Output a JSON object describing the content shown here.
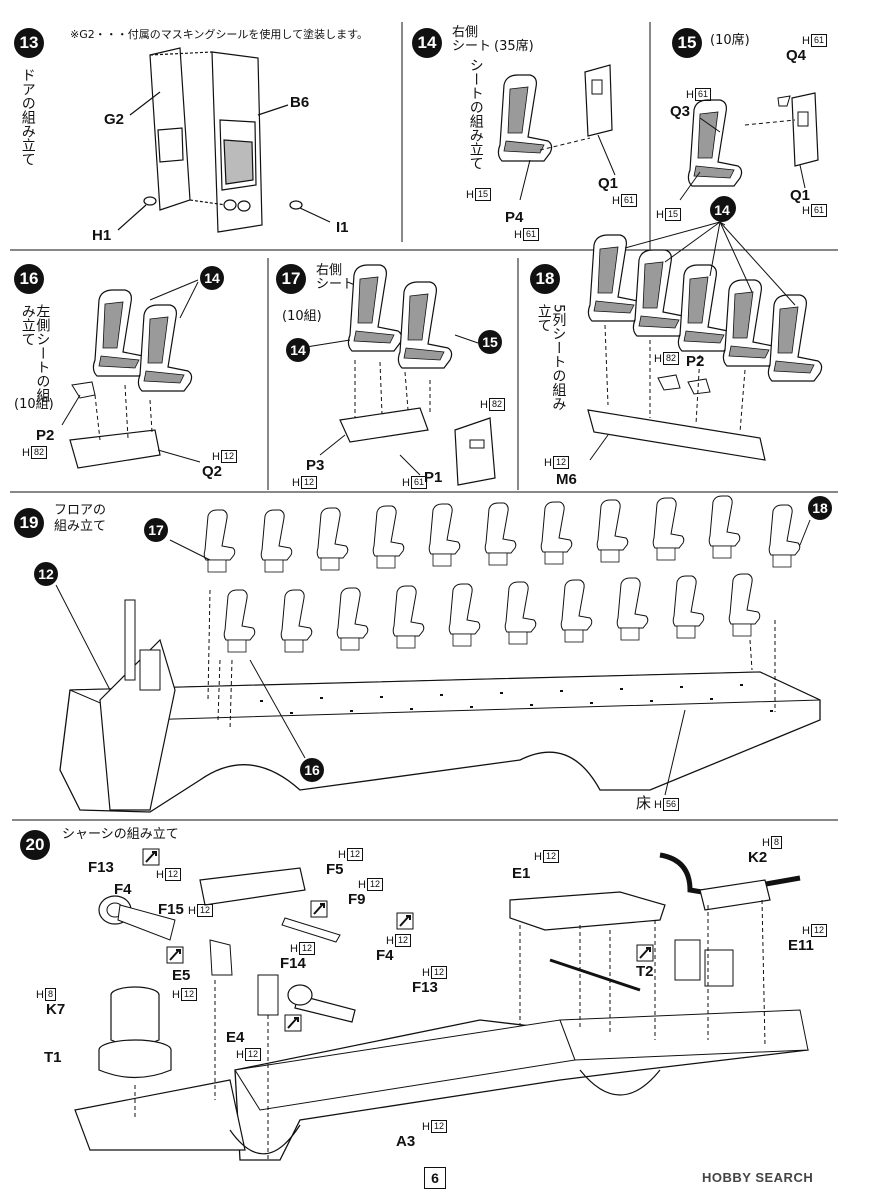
{
  "page": {
    "number": "6",
    "watermark": "HOBBY SEARCH"
  },
  "steps": {
    "s13": {
      "num": "13",
      "title": "ドアの組み立て",
      "note": "※G2・・・付属のマスキングシールを使用して塗装します。",
      "parts": {
        "g2": "G2",
        "b6": "B6",
        "h1": "H1",
        "i1": "I1"
      }
    },
    "s14": {
      "num": "14",
      "title_a": "右側",
      "title_b": "シート",
      "count": "(35席)",
      "vertical": "シートの組み立て",
      "parts": {
        "q1": "Q1",
        "p4": "P4"
      },
      "runners": {
        "h15": {
          "letter": "H",
          "n": "15"
        },
        "h61a": {
          "letter": "H",
          "n": "61"
        },
        "h61b": {
          "letter": "H",
          "n": "61"
        }
      }
    },
    "s15": {
      "num": "15",
      "count": "(10席)",
      "parts": {
        "q4": "Q4",
        "q3": "Q3",
        "q1": "Q1",
        "ref": "14"
      },
      "runners": {
        "h61a": {
          "letter": "H",
          "n": "61"
        },
        "h61b": {
          "letter": "H",
          "n": "61"
        },
        "h15": {
          "letter": "H",
          "n": "15"
        },
        "h61c": {
          "letter": "H",
          "n": "61"
        }
      }
    },
    "s16": {
      "num": "16",
      "vertical": "左側シートの組み立て",
      "count": "(10組)",
      "parts": {
        "ref": "14",
        "p2": "P2",
        "q2": "Q2"
      },
      "runners": {
        "h82": {
          "letter": "H",
          "n": "82"
        },
        "h12": {
          "letter": "H",
          "n": "12"
        }
      }
    },
    "s17": {
      "num": "17",
      "title_a": "右側",
      "title_b": "シート",
      "count": "(10組)",
      "parts": {
        "ref14": "14",
        "ref15": "15",
        "p3": "P3",
        "p1": "P1"
      },
      "runners": {
        "h82": {
          "letter": "H",
          "n": "82"
        },
        "h12": {
          "letter": "H",
          "n": "12"
        },
        "h61": {
          "letter": "H",
          "n": "61"
        }
      }
    },
    "s18": {
      "num": "18",
      "vertical": "5列シートの組み立て",
      "parts": {
        "ref": "14",
        "p2": "P2",
        "m6": "M6"
      },
      "runners": {
        "h82": {
          "letter": "H",
          "n": "82"
        },
        "h12": {
          "letter": "H",
          "n": "12"
        }
      }
    },
    "s19": {
      "num": "19",
      "title_a": "フロアの",
      "title_b": "組み立て",
      "parts": {
        "ref17": "17",
        "ref18": "18",
        "ref12": "12",
        "ref16": "16",
        "floor": "床"
      },
      "runners": {
        "h56": {
          "letter": "H",
          "n": "56"
        }
      }
    },
    "s20": {
      "num": "20",
      "title": "シャーシの組み立て",
      "parts": {
        "f13a": "F13",
        "f4a": "F4",
        "f15": "F15",
        "e5": "E5",
        "f5": "F5",
        "f9": "F9",
        "f14": "F14",
        "f4b": "F4",
        "f13b": "F13",
        "e4": "E4",
        "k7": "K7",
        "t1": "T1",
        "e1": "E1",
        "k2": "K2",
        "e11": "E11",
        "t2": "T2",
        "a3": "A3"
      },
      "runners": {
        "h12_f5": {
          "letter": "H",
          "n": "12"
        },
        "h12_f4": {
          "letter": "H",
          "n": "12"
        },
        "h12_f15": {
          "letter": "H",
          "n": "12"
        },
        "h12_e5": {
          "letter": "H",
          "n": "12"
        },
        "h12_f9": {
          "letter": "H",
          "n": "12"
        },
        "h12_f14": {
          "letter": "H",
          "n": "12"
        },
        "h12_f4b": {
          "letter": "H",
          "n": "12"
        },
        "h12_f13b": {
          "letter": "H",
          "n": "12"
        },
        "h12_e4": {
          "letter": "H",
          "n": "12"
        },
        "h8_k7": {
          "letter": "H",
          "n": "8"
        },
        "h12_e1": {
          "letter": "H",
          "n": "12"
        },
        "h8_k2": {
          "letter": "H",
          "n": "8"
        },
        "h12_e11": {
          "letter": "H",
          "n": "12"
        },
        "h12_a3": {
          "letter": "H",
          "n": "12"
        }
      }
    }
  }
}
